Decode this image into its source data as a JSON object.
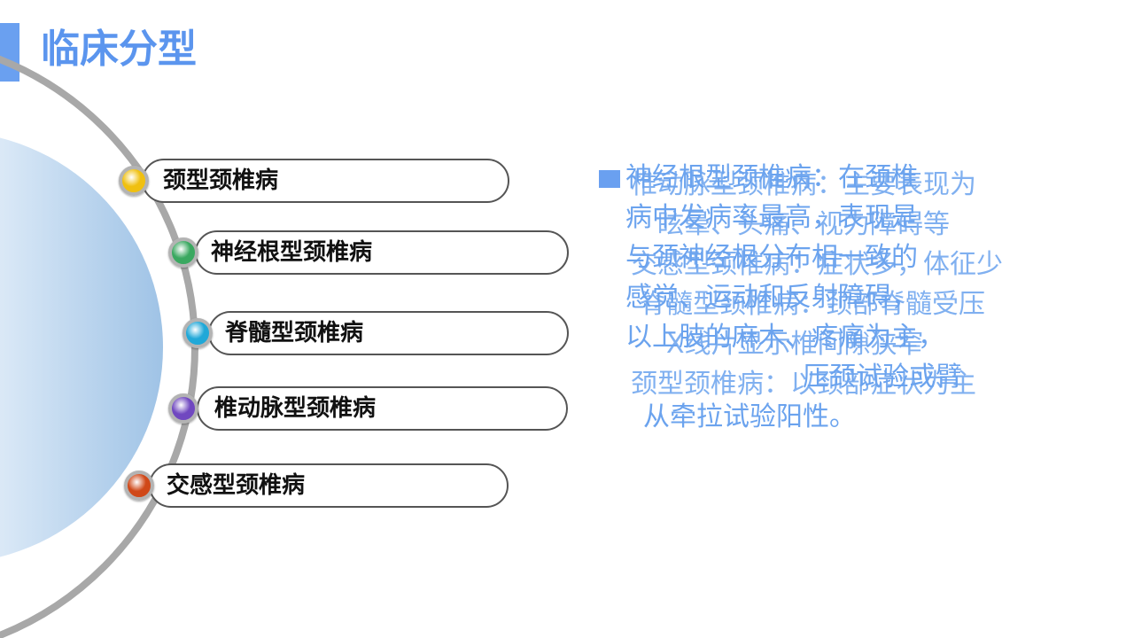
{
  "page": {
    "title": "临床分型"
  },
  "types": [
    {
      "label": "颈型颈椎病",
      "dot_color": "#f0c010"
    },
    {
      "label": "神经根型颈椎病",
      "dot_color": "#3aa860"
    },
    {
      "label": "脊髓型颈椎病",
      "dot_color": "#20a8d8"
    },
    {
      "label": "椎动脉型颈椎病",
      "dot_color": "#7048c0"
    },
    {
      "label": "交感型颈椎病",
      "dot_color": "#d04818"
    }
  ],
  "description": {
    "visible_lines": [
      "神经根型颈椎病：在颈椎",
      "病中发病率最高，表现是",
      "与颈神经根分布相一致的",
      "感觉、运动和反射障碍，",
      "以上肢的麻木、疼痛为主，",
      "压颈试验或臂",
      "从牵拉试验阳性。"
    ],
    "overlap_lines": [
      "椎动脉型颈椎病：主要表现为",
      "眩晕、头痛、视力障碍等",
      "交感型颈椎病：症状多，体征少",
      "脊髓型颈椎病：颈部脊髓受压",
      "X线片显示椎间隙狭窄",
      "颈型颈椎病：以颈部症状为主"
    ]
  },
  "colors": {
    "accent": "#6aa0f0",
    "text_blue": "#6ba3ee",
    "outline": "#555555",
    "arc": "#a8a8a8"
  }
}
